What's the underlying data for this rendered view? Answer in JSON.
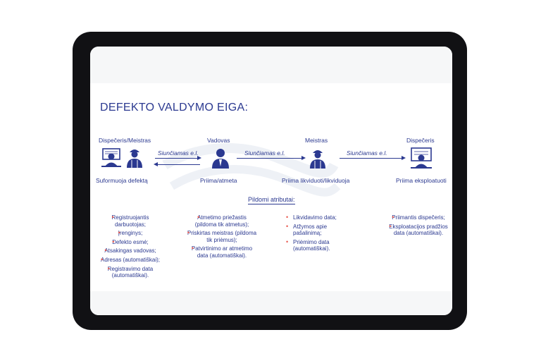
{
  "title": "DEFEKTO VALDYMO EIGA:",
  "roles": {
    "dispatcher_master": "Dispečeris/Meistras",
    "manager": "Vadovas",
    "master": "Meistras",
    "dispatcher": "Dispečeris"
  },
  "send_label": "Siunčiamas e.l.",
  "actions": {
    "forms": "Suformuoja defektą",
    "accepts_rejects": "Priima/atmeta",
    "accepts_liquidate": "Priima likviduoti/likviduoja",
    "accepts_exploit": "Priima eksploatuoti"
  },
  "attributes_title": "Pildomi atributai:",
  "col1": [
    "Registruojantis darbuotojas;",
    "Įrenginys;",
    "Defekto esmė;",
    "Atsakingas vadovas;",
    "Adresas (automatiškai);",
    "Registravimo data (automatiškai)."
  ],
  "col2": [
    "Atmetimo priežastis (pildoma tik atmetus);",
    "Priskirtas meistras (pildoma tik priėmus);",
    "Patvirtinimo ar atmetimo data (automatiškai)."
  ],
  "col3": [
    "Likvidavimo data;",
    "Atžymos apie pašalinimą;",
    "Priėmimo data (automatiškai)."
  ],
  "col4": [
    "Priimantis dispečeris;",
    "Eksploatacijos pradžios data (automatiškai)."
  ],
  "colors": {
    "accent": "#2b3990",
    "bullet": "#e8574d",
    "frame": "#111114"
  },
  "icons": [
    "dispatcher-icon",
    "master-icon",
    "manager-icon",
    "monitor-icon"
  ]
}
